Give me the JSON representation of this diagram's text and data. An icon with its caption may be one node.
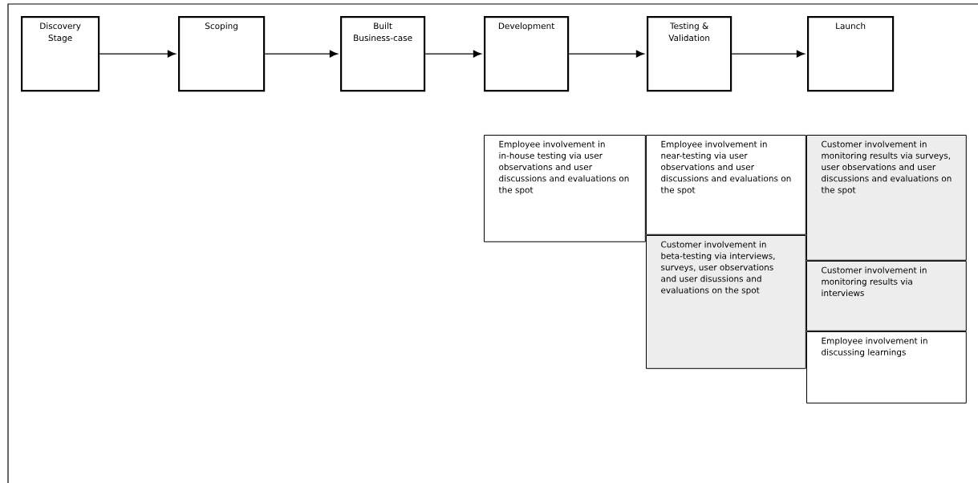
{
  "diagram": {
    "nodes": [
      {
        "text": [
          "Discovery Stage"
        ]
      },
      {
        "text": [
          "Scoping"
        ]
      },
      {
        "text": [
          "Built Business-case"
        ]
      },
      {
        "text": [
          "Development"
        ]
      },
      {
        "text": [
          "Testing & Validation"
        ]
      },
      {
        "text": [
          "Launch"
        ]
      },
      {
        "text": [
          "Employee involvement in in-house testing via user observations and user discussions and evaluations on the spot"
        ]
      },
      {
        "text": [
          "Employee involvement in near-testing via user observations and user discussions and evaluations on the spot"
        ]
      },
      {
        "text": [
          "Customer involvement in monitoring results via surveys, user observations and user discussions and evaluations on the spot"
        ]
      },
      {
        "text": [
          "Customer involvement in beta-testing via interviews, surveys, user observations and user disussions and evaluations on the spot"
        ]
      },
      {
        "text": [
          "Customer involvement in monitoring results via interviews"
        ]
      },
      {
        "text": [
          "Employee involvement in discussing learnings"
        ]
      }
    ],
    "edges": [
      {
        "from": 0,
        "to": 1,
        "arrow": "to"
      },
      {
        "from": 1,
        "to": 2,
        "arrow": "to"
      },
      {
        "from": 2,
        "to": 3,
        "arrow": "to"
      },
      {
        "from": 3,
        "to": 4,
        "arrow": "to"
      },
      {
        "from": 4,
        "to": 5,
        "arrow": "to"
      }
    ]
  }
}
